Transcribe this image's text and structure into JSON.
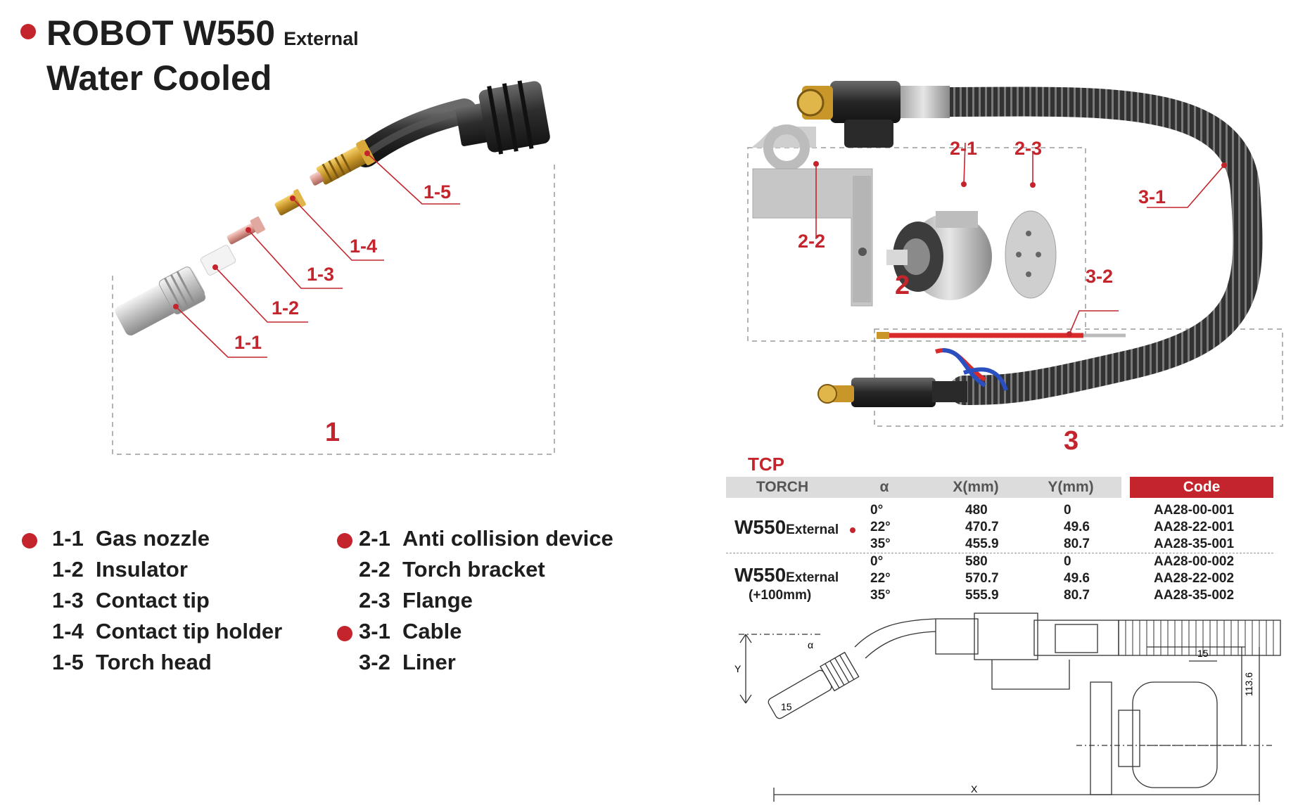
{
  "header": {
    "title": "ROBOT W550",
    "title_suffix": "External",
    "subtitle": "Water Cooled"
  },
  "callouts": {
    "c1_1": "1-1",
    "c1_2": "1-2",
    "c1_3": "1-3",
    "c1_4": "1-4",
    "c1_5": "1-5",
    "c2_1": "2-1",
    "c2_2": "2-2",
    "c2_3": "2-3",
    "c3_1": "3-1",
    "c3_2": "3-2"
  },
  "groups": {
    "g1": "1",
    "g2": "2",
    "g3": "3"
  },
  "parts_left": [
    {
      "num": "1-1",
      "name": "Gas nozzle"
    },
    {
      "num": "1-2",
      "name": "Insulator"
    },
    {
      "num": "1-3",
      "name": "Contact tip"
    },
    {
      "num": "1-4",
      "name": "Contact tip holder"
    },
    {
      "num": "1-5",
      "name": "Torch head"
    }
  ],
  "parts_right": [
    {
      "num": "2-1",
      "name": "Anti collision device"
    },
    {
      "num": "2-2",
      "name": "Torch bracket"
    },
    {
      "num": "2-3",
      "name": "Flange"
    },
    {
      "num": "3-1",
      "name": "Cable"
    },
    {
      "num": "3-2",
      "name": "Liner"
    }
  ],
  "tcp": {
    "label": "TCP",
    "headers": {
      "torch": "TORCH",
      "alpha": "α",
      "x": "X(mm)",
      "y": "Y(mm)",
      "code": "Code"
    },
    "groups": [
      {
        "torch": "W550",
        "torch_suffix": "External",
        "torch_note": "",
        "rows": [
          {
            "alpha": "0°",
            "x": "480",
            "y": "0",
            "code": "AA28-00-001"
          },
          {
            "alpha": "22°",
            "x": "470.7",
            "y": "49.6",
            "code": "AA28-22-001"
          },
          {
            "alpha": "35°",
            "x": "455.9",
            "y": "80.7",
            "code": "AA28-35-001"
          }
        ]
      },
      {
        "torch": "W550",
        "torch_suffix": "External",
        "torch_note": "(+100mm)",
        "rows": [
          {
            "alpha": "0°",
            "x": "580",
            "y": "0",
            "code": "AA28-00-002"
          },
          {
            "alpha": "22°",
            "x": "570.7",
            "y": "49.6",
            "code": "AA28-22-002"
          },
          {
            "alpha": "35°",
            "x": "555.9",
            "y": "80.7",
            "code": "AA28-35-002"
          }
        ]
      }
    ]
  },
  "drawing": {
    "dim_y": "Y",
    "dim_x": "X",
    "dim_15a": "15",
    "dim_15b": "15",
    "dim_113": "113.6",
    "dim_alpha": "α"
  },
  "colors": {
    "accent": "#c4242b",
    "text": "#1e1e1e",
    "header_gray": "#dcdcdc"
  }
}
